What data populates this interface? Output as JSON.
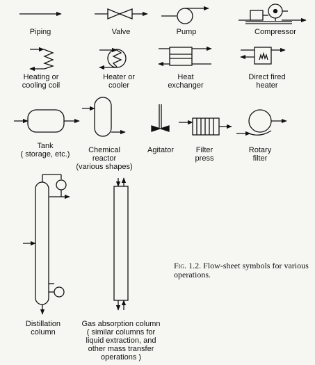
{
  "symbols": {
    "piping": {
      "label": "Piping"
    },
    "valve": {
      "label": "Valve"
    },
    "pump": {
      "label": "Pump"
    },
    "compressor": {
      "label": "Compressor"
    },
    "coil": {
      "lines": [
        "Heating or",
        "cooling coil"
      ]
    },
    "heater": {
      "lines": [
        "Heater or",
        "cooler"
      ]
    },
    "exchanger": {
      "lines": [
        "Heat",
        "exchanger"
      ]
    },
    "fired_heater": {
      "lines": [
        "Direct fired",
        "heater"
      ]
    },
    "tank": {
      "lines": [
        "Tank",
        "( storage, etc.)"
      ]
    },
    "reactor": {
      "lines": [
        "Chemical",
        "reactor",
        "(various shapes)"
      ]
    },
    "agitator": {
      "label": "Agitator"
    },
    "filter_press": {
      "lines": [
        "Filter",
        "press"
      ]
    },
    "rotary_filter": {
      "lines": [
        "Rotary",
        "filter"
      ]
    },
    "distillation": {
      "lines": [
        "Distillation",
        "column"
      ]
    },
    "absorption": {
      "lines": [
        "Gas absorption column",
        "( similar columns for",
        "liquid extraction, and",
        "other mass transfer",
        "operations )"
      ]
    }
  },
  "caption": {
    "fig": "Fig. 1.2.",
    "text": "Flow-sheet symbols for various operations."
  }
}
